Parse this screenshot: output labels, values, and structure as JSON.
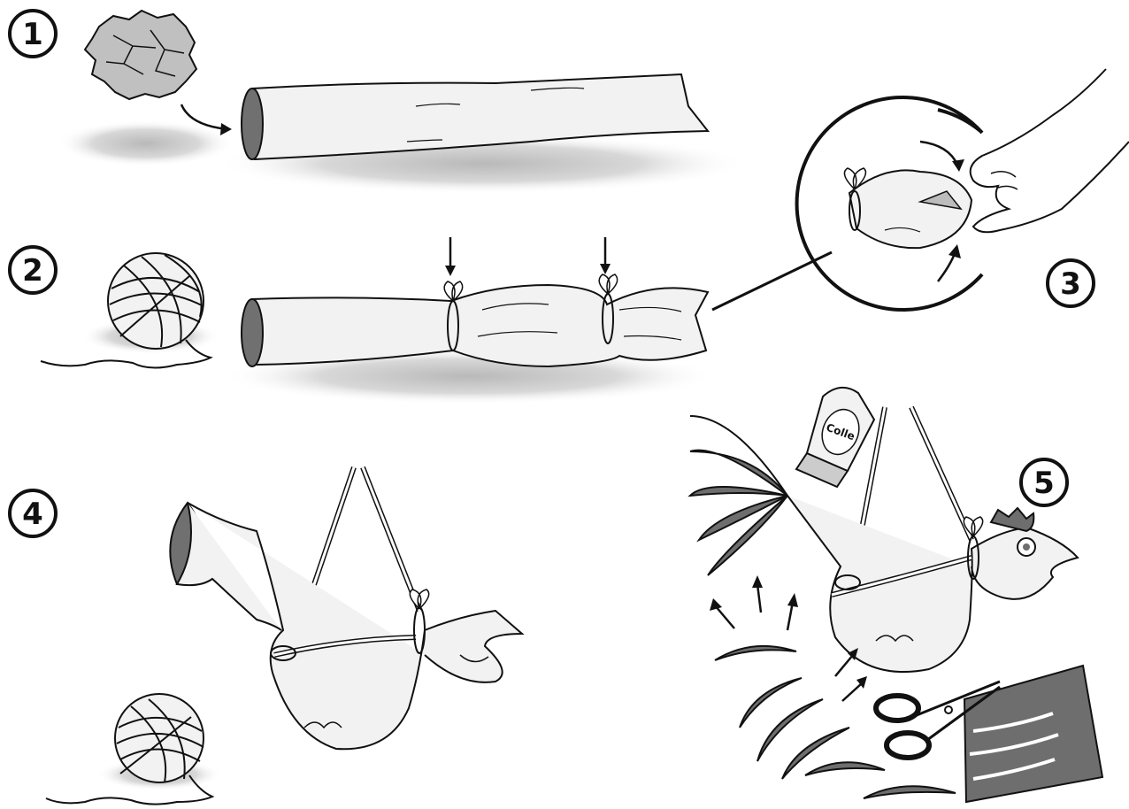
{
  "steps": [
    {
      "number": "1"
    },
    {
      "number": "2"
    },
    {
      "number": "3"
    },
    {
      "number": "4"
    },
    {
      "number": "5"
    }
  ],
  "glue_label": "Colle",
  "colors": {
    "ink": "#111111",
    "fabric": "#f1f1f1",
    "shadow": "#bdbdbd",
    "dark_fill": "#6e6e6e",
    "paper_ball": "#bcbcbc"
  }
}
